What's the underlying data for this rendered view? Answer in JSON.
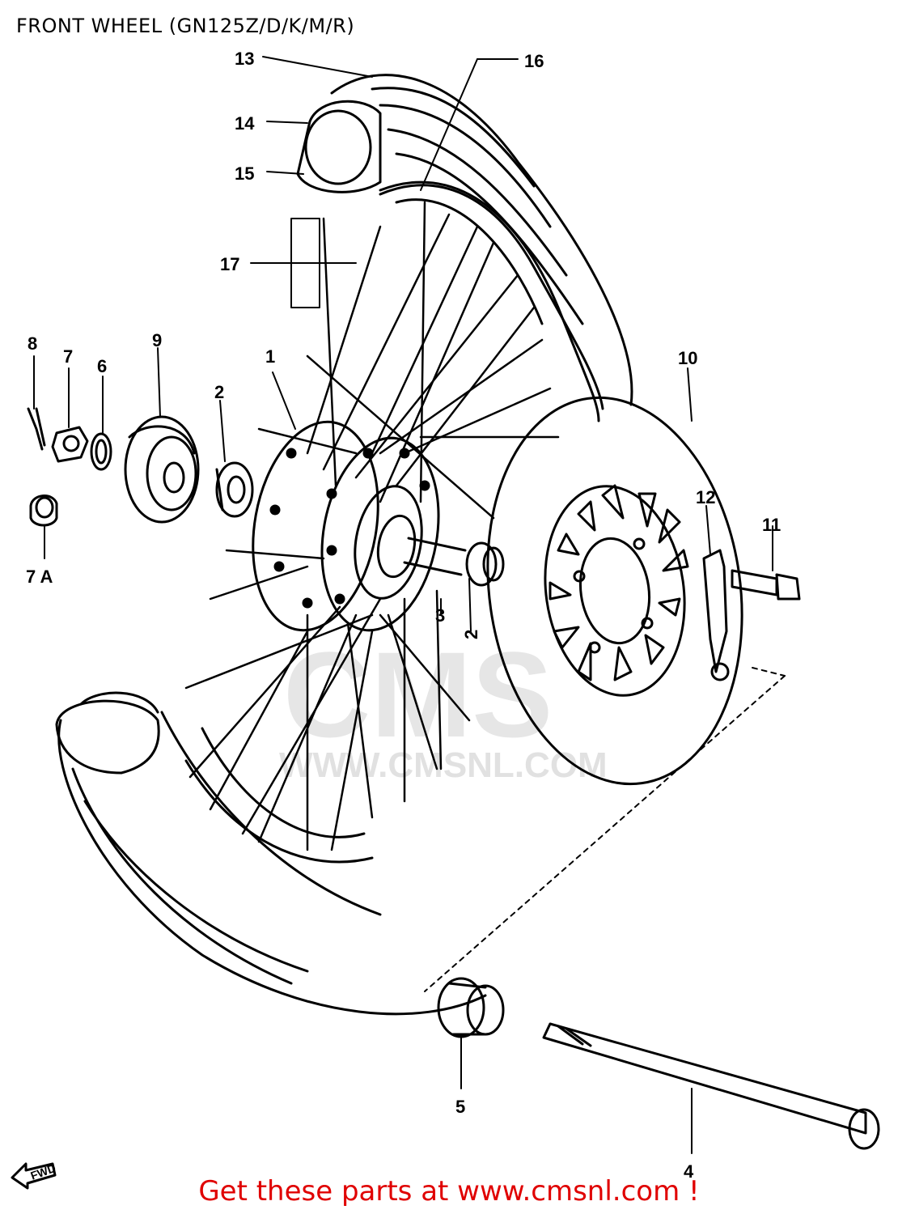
{
  "title": "FRONT WHEEL (GN125Z/D/K/M/R)",
  "footer": "Get these parts at www.cmsnl.com !",
  "watermark": {
    "brand": "CMS",
    "url": "WWW.CMSNL.COM"
  },
  "fwd_label": "FWD",
  "callouts": [
    "1",
    "2",
    "2",
    "3",
    "4",
    "5",
    "6",
    "7",
    "7 A",
    "8",
    "9",
    "10",
    "11",
    "12",
    "13",
    "14",
    "15",
    "16",
    "17"
  ],
  "colors": {
    "ink": "#000000",
    "footer": "#e00000",
    "watermark": "#c9c9c9"
  }
}
